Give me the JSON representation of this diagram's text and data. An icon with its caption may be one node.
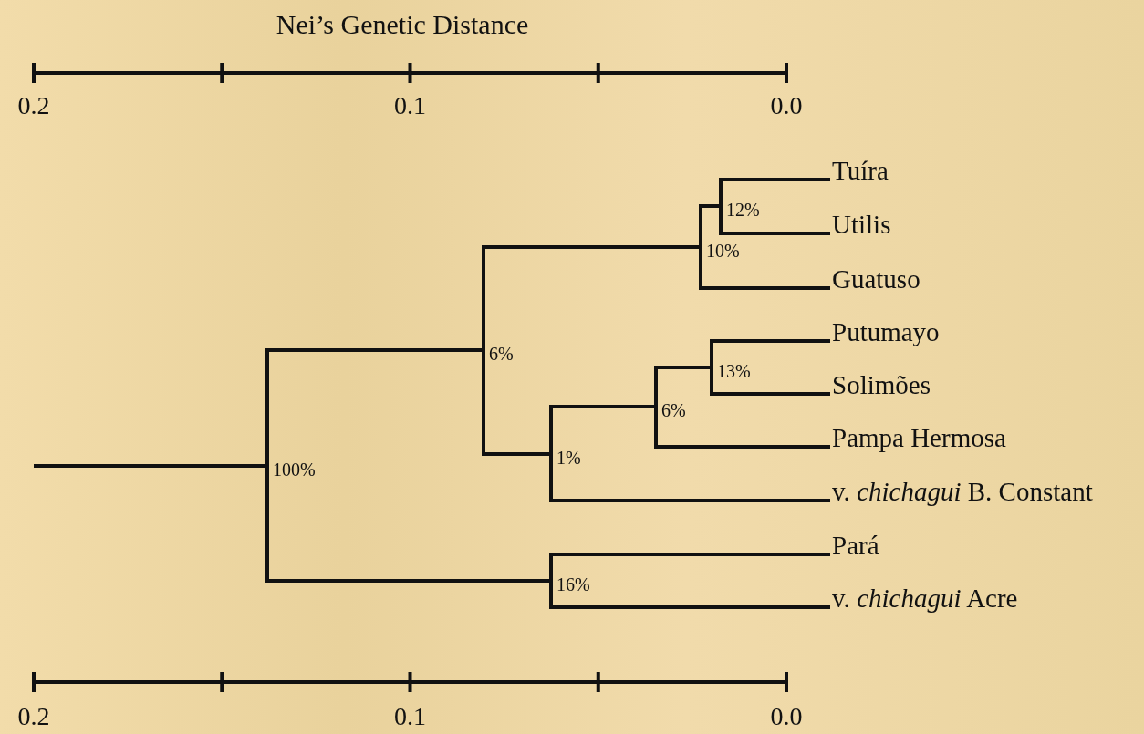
{
  "diagram": {
    "title": "Nei’s Genetic Distance",
    "nodes": [
      {
        "text": [
          "Tuíra"
        ]
      },
      {
        "text": [
          "Utilis"
        ]
      },
      {
        "text": [
          "Guatuso"
        ]
      },
      {
        "text": [
          "Putumayo"
        ]
      },
      {
        "text": [
          "Solimões"
        ]
      },
      {
        "text": [
          "Pampa Hermosa"
        ]
      },
      {
        "text": [
          "v. *chichagui* B. Constant"
        ]
      },
      {
        "text": [
          "Pará"
        ]
      },
      {
        "text": [
          "v. *chichagui* Acre"
        ]
      },
      {
        "text": [
          "100%"
        ]
      },
      {
        "text": [
          "6%"
        ]
      },
      {
        "text": [
          "10%"
        ]
      },
      {
        "text": [
          "12%"
        ]
      },
      {
        "text": [
          "1%"
        ]
      },
      {
        "text": [
          "6%"
        ]
      },
      {
        "text": [
          "13%"
        ]
      },
      {
        "text": [
          "16%"
        ]
      }
    ],
    "edges": [
      {
        "from": null,
        "to": 9,
        "arrow": "none"
      },
      {
        "from": 9,
        "to": 10,
        "arrow": "none"
      },
      {
        "from": 9,
        "to": 16,
        "arrow": "none"
      },
      {
        "from": 10,
        "to": 11,
        "arrow": "none"
      },
      {
        "from": 10,
        "to": 13,
        "arrow": "none"
      },
      {
        "from": 11,
        "to": 12,
        "arrow": "none"
      },
      {
        "from": 11,
        "to": 2,
        "arrow": "none"
      },
      {
        "from": 12,
        "to": 0,
        "arrow": "none"
      },
      {
        "from": 12,
        "to": 1,
        "arrow": "none"
      },
      {
        "from": 13,
        "to": 14,
        "arrow": "none"
      },
      {
        "from": 13,
        "to": 6,
        "arrow": "none"
      },
      {
        "from": 14,
        "to": 15,
        "arrow": "none"
      },
      {
        "from": 14,
        "to": 5,
        "arrow": "none"
      },
      {
        "from": 15,
        "to": 3,
        "arrow": "none"
      },
      {
        "from": 15,
        "to": 4,
        "arrow": "none"
      },
      {
        "from": 16,
        "to": 7,
        "arrow": "none"
      },
      {
        "from": 16,
        "to": 8,
        "arrow": "none"
      }
    ],
    "labels": [
      "0.2",
      "0.1",
      "0.0",
      "0.2",
      "0.1",
      "0.0"
    ]
  }
}
